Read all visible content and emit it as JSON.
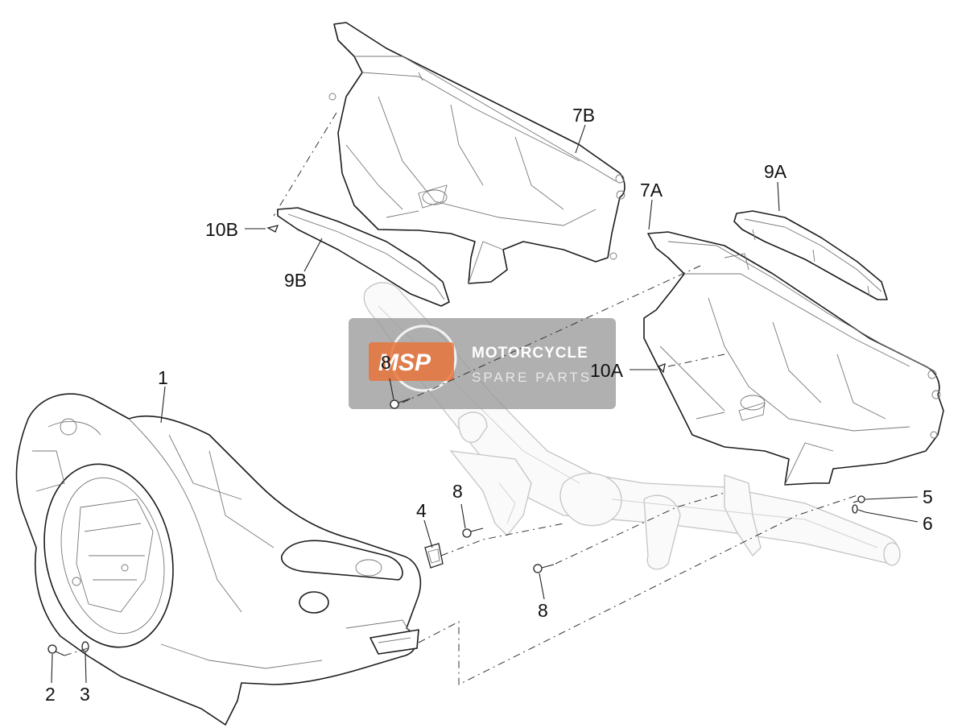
{
  "callouts": {
    "c1": "1",
    "c2": "2",
    "c3": "3",
    "c4": "4",
    "c5": "5",
    "c6": "6",
    "c7a": "7A",
    "c7b": "7B",
    "c8a": "8",
    "c8b": "8",
    "c8c": "8",
    "c9a": "9A",
    "c9b": "9B",
    "c10a": "10A",
    "c10b": "10B"
  },
  "watermark": {
    "logo": "MSP",
    "line1": "MOTORCYCLE",
    "line2": "SPARE PARTS"
  },
  "colors": {
    "watermark_bg": "#9a9a9a",
    "logo_accent": "#e8743b"
  }
}
